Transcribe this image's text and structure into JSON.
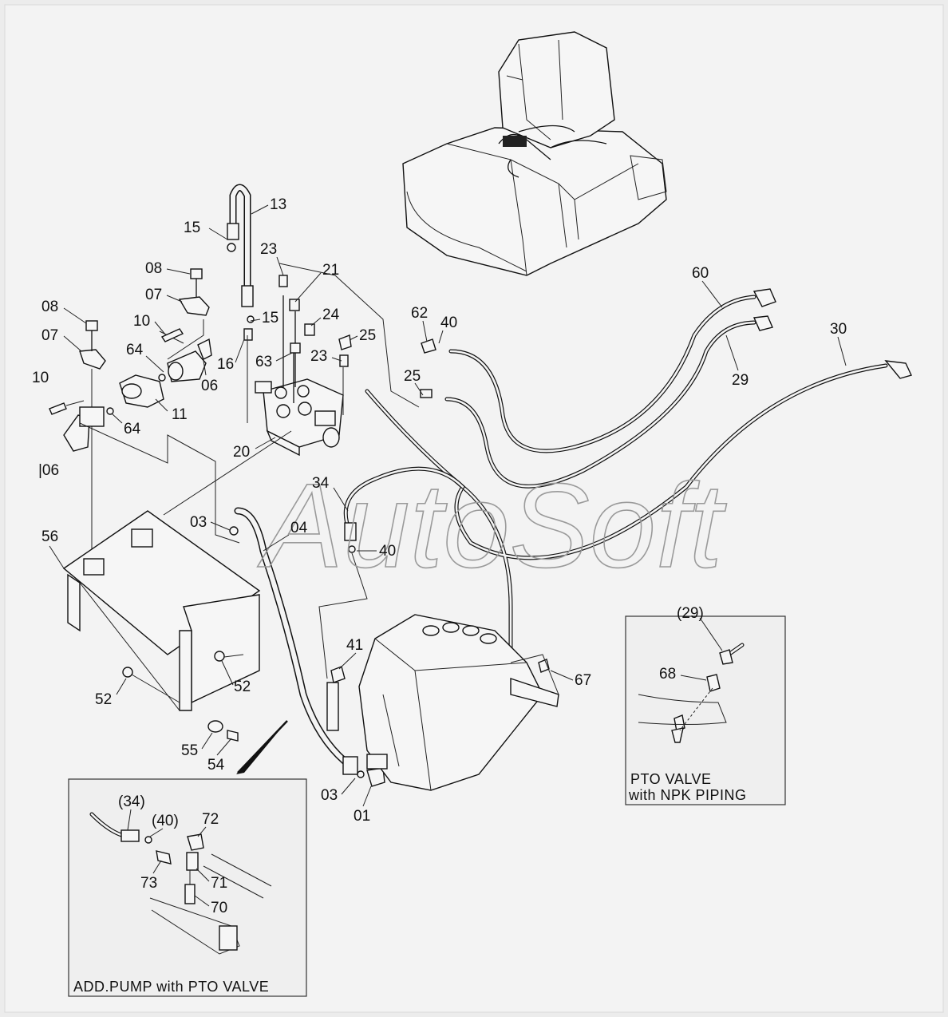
{
  "watermark": "AutoSoft",
  "labels": {
    "l13": "13",
    "l15a": "15",
    "l08a": "08",
    "l07a": "07",
    "l08b": "08",
    "l07b": "07",
    "l10a": "10",
    "l64a": "64",
    "l06a": "06",
    "l10b": "10",
    "l11": "11",
    "l64b": "64",
    "l06b": "|06",
    "l23a": "23",
    "l21": "21",
    "l15b": "15",
    "l24": "24",
    "l16": "16",
    "l63": "63",
    "l23b": "23",
    "l25a": "25",
    "l62": "62",
    "l40a": "40",
    "l25b": "25",
    "l20": "20",
    "l60": "60",
    "l29": "29",
    "l30": "30",
    "l34": "34",
    "l40b": "40",
    "l03a": "03",
    "l04": "04",
    "l56": "56",
    "l41": "41",
    "l67": "67",
    "l52a": "52",
    "l52b": "52",
    "l55": "55",
    "l54": "54",
    "l03b": "03",
    "l01": "01",
    "r29": "(29)",
    "r68": "68",
    "i34": "(34)",
    "i40": "(40)",
    "i72": "72",
    "i73": "73",
    "i71": "71",
    "i70": "70"
  },
  "insets": {
    "pto_caption_line1": "PTO VALVE",
    "pto_caption_line2": "with NPK PIPING",
    "add_pump_caption": "ADD.PUMP with PTO VALVE"
  }
}
